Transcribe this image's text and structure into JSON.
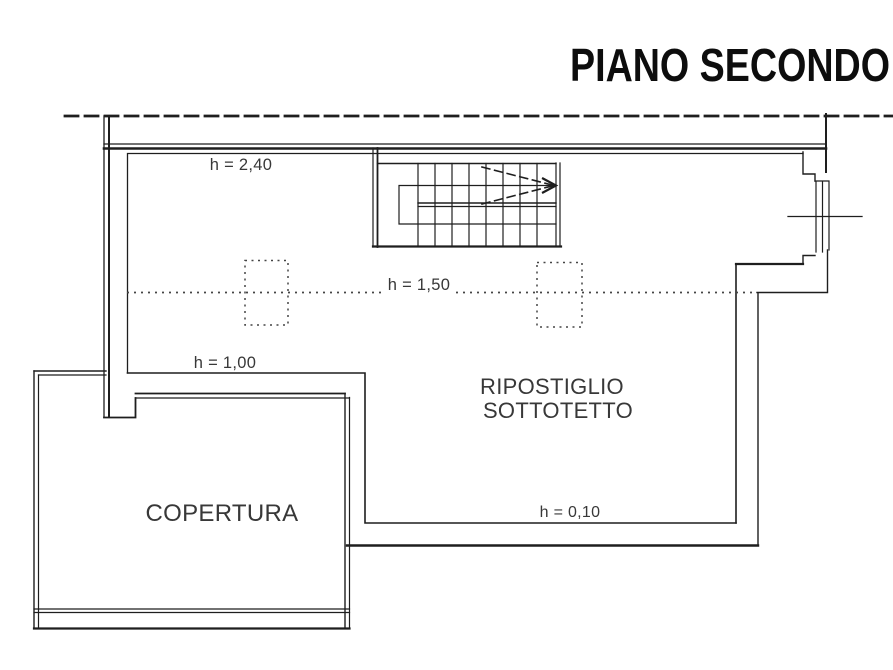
{
  "title": "PIANO SECONDO",
  "plan": {
    "room": {
      "label_line1": "RIPOSTIGLIO",
      "label_line2": "SOTTOTETTO"
    },
    "roof": {
      "label": "COPERTURA"
    },
    "heights": {
      "ceiling": "h = 2,40",
      "mid": "h = 1,50",
      "low": "h = 1,00",
      "eaves": "h = 0,10"
    }
  },
  "colors": {
    "line": "#1e1e1e",
    "dotted": "#454545",
    "label": "#383838",
    "title": "#0d0d0d",
    "background": "#ffffff"
  }
}
